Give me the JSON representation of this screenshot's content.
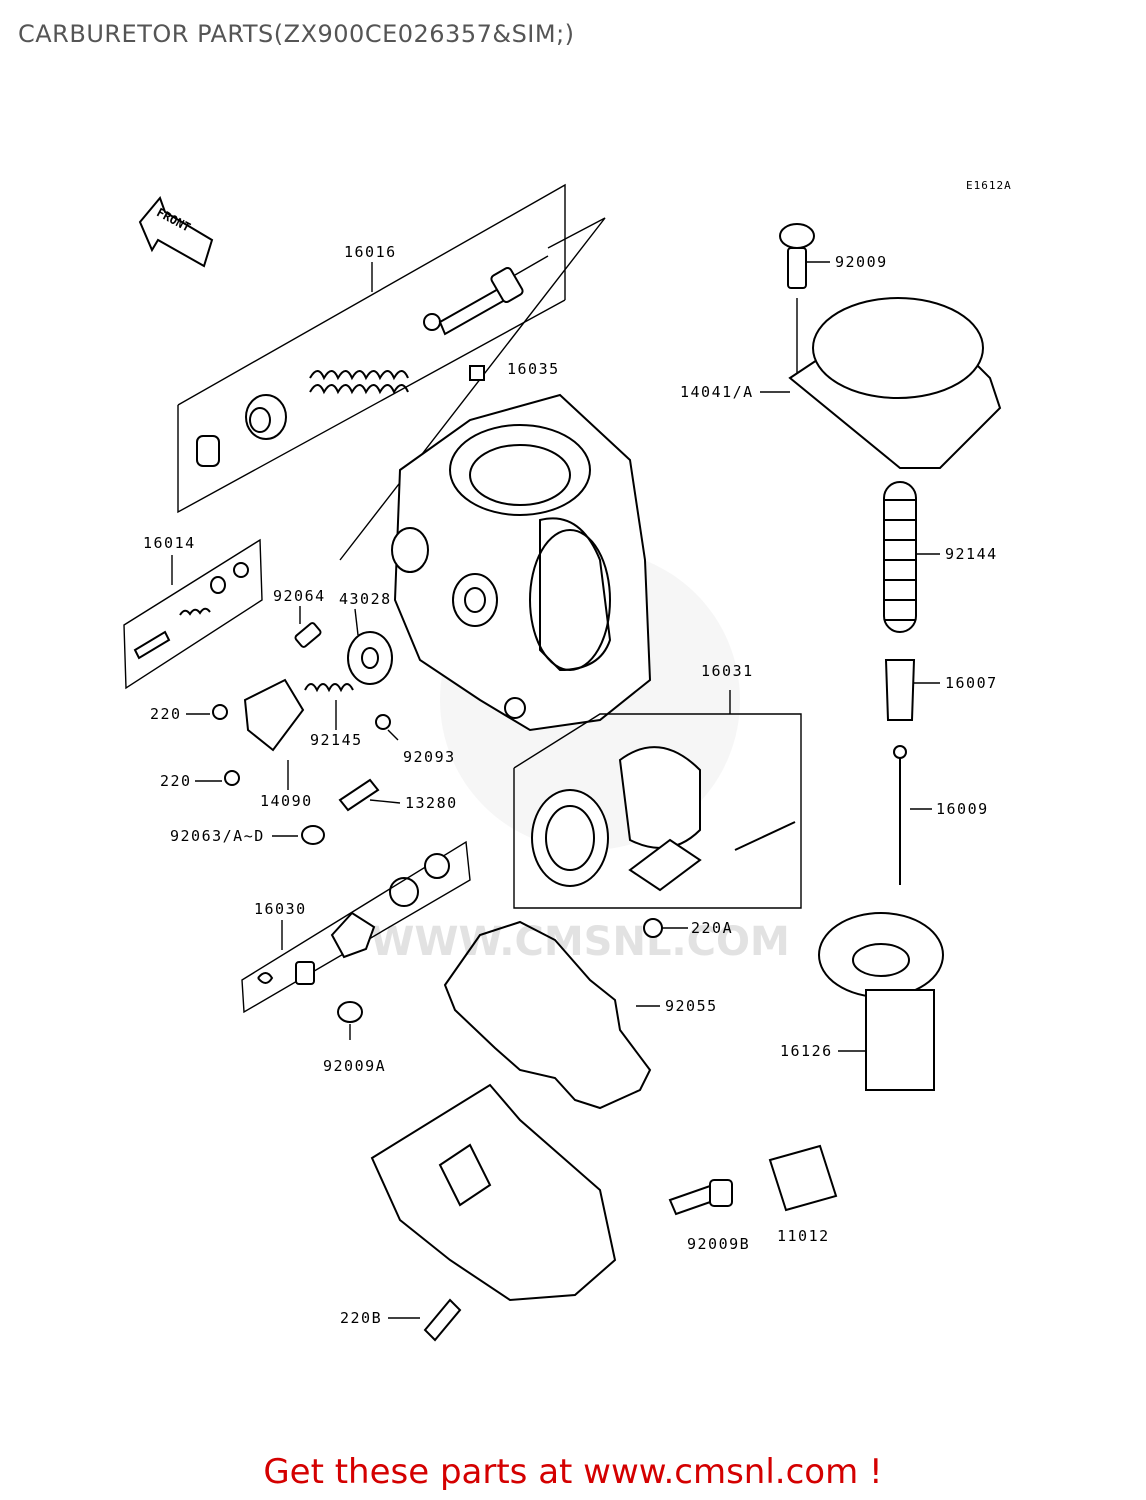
{
  "page": {
    "title": "CARBURETOR PARTS(ZX900CE026357&SIM;)",
    "diagram_code": "E1612A",
    "front_label": "FRONT",
    "footer_cta": "Get these parts at www.cmsnl.com !",
    "watermark": "WWW.CMSNL.COM"
  },
  "callouts": {
    "c16016": "16016",
    "c16035": "16035",
    "c16014": "16014",
    "c92064": "92064",
    "c43028": "43028",
    "c220_1": "220",
    "c220_2": "220",
    "c92145": "92145",
    "c92093": "92093",
    "c14090": "14090",
    "c13280": "13280",
    "c92063": "92063/A~D",
    "c16030": "16030",
    "c92009A": "92009A",
    "c16031": "16031",
    "c220A": "220A",
    "c92055": "92055",
    "c220B": "220B",
    "c92009B": "92009B",
    "c11012": "11012",
    "c92009": "92009",
    "c14041": "14041/A",
    "c92144": "92144",
    "c16007": "16007",
    "c16009": "16009",
    "c16126": "16126"
  },
  "colors": {
    "cta": "#d40000",
    "title": "#555555",
    "line": "#000000"
  }
}
